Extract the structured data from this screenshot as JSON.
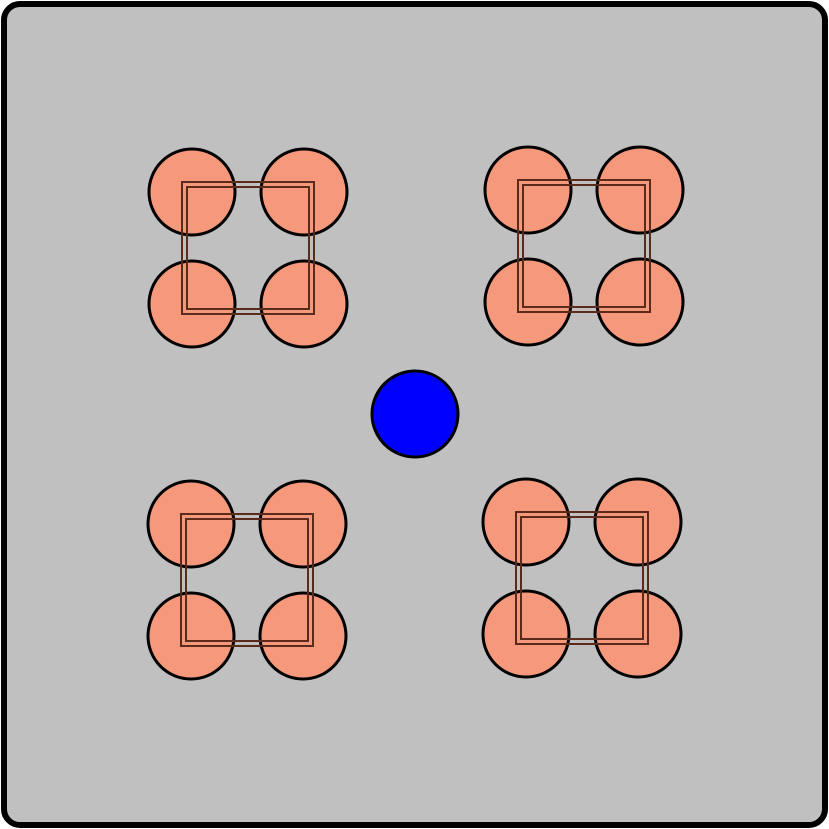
{
  "colors": {
    "board_fill": "#c0c0c0",
    "board_stroke": "#000000",
    "obstacle_fill": "#f5987c",
    "obstacle_stroke": "#000000",
    "box_stroke": "#5a2a1a",
    "agent_fill": "#0000ff",
    "agent_stroke": "#000000"
  },
  "board": {
    "shape": "rounded-square"
  },
  "agent": {
    "shape": "circle",
    "icon": "agent-dot-icon"
  },
  "obstacle_groups": [
    {
      "id": "top-left",
      "pieces": 4,
      "icon": "quad-circle-cluster-icon"
    },
    {
      "id": "top-right",
      "pieces": 4,
      "icon": "quad-circle-cluster-icon"
    },
    {
      "id": "bottom-left",
      "pieces": 4,
      "icon": "quad-circle-cluster-icon"
    },
    {
      "id": "bottom-right",
      "pieces": 4,
      "icon": "quad-circle-cluster-icon"
    }
  ]
}
